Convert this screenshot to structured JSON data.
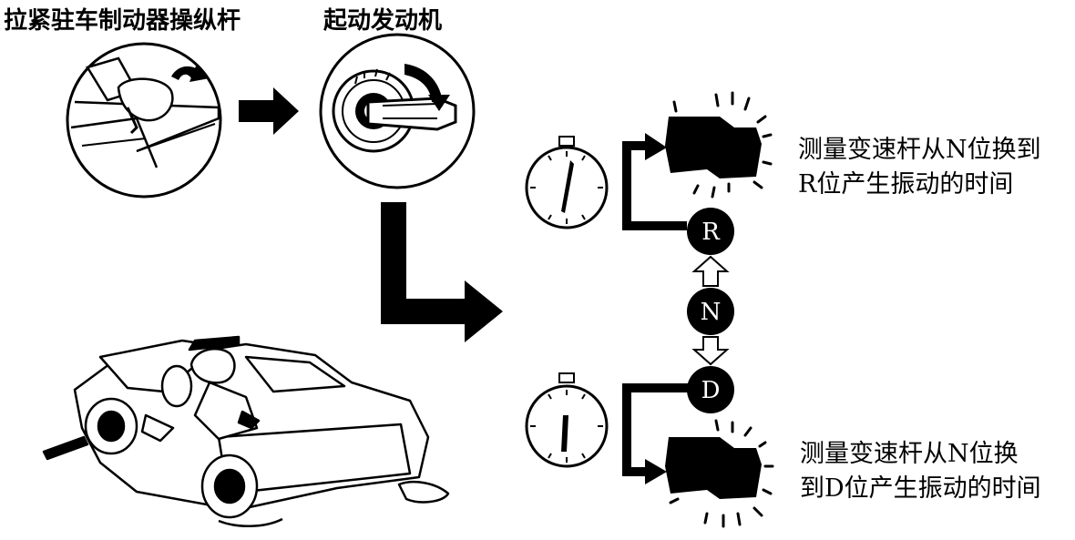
{
  "steps": {
    "step1": "拉紧驻车制动器操纵杆",
    "step2": "起动发动机"
  },
  "gears": {
    "r": "R",
    "n": "N",
    "d": "D"
  },
  "measurements": {
    "r_line1": "测量变速杆从N位换到",
    "r_line2": "R位产生振动的时间",
    "d_line1": "测量变速杆从N位换",
    "d_line2": "到D位产生振动的时间"
  }
}
